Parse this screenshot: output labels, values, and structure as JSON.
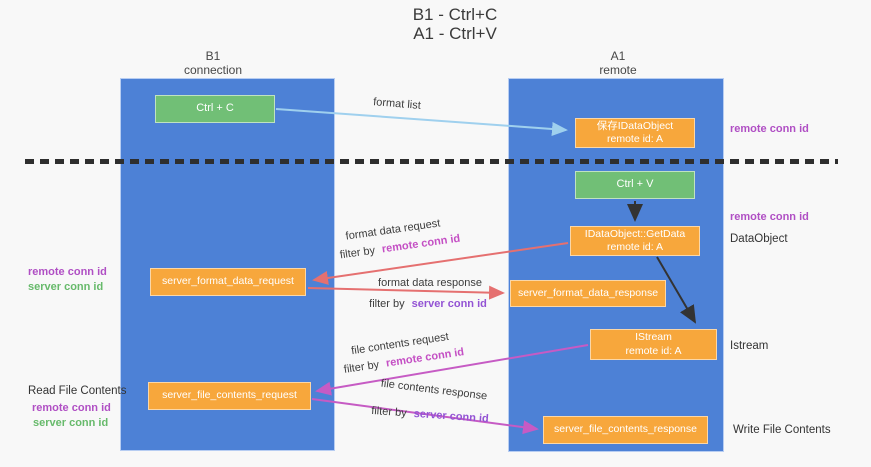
{
  "title": {
    "line1": "B1 - Ctrl+C",
    "line2": "A1 - Ctrl+V"
  },
  "lifelines": {
    "b1": {
      "name": "B1",
      "role": "connection"
    },
    "a1": {
      "name": "A1",
      "role": "remote"
    }
  },
  "boxes": {
    "ctrl_c": {
      "label": "Ctrl + C"
    },
    "save_idataobject": {
      "line1": "保存IDataObject",
      "line2": "remote id: A"
    },
    "ctrl_v": {
      "label": "Ctrl + V"
    },
    "getdata": {
      "line1": "IDataObject::GetData",
      "line2": "remote id: A"
    },
    "format_request": {
      "label": "server_format_data_request"
    },
    "format_response": {
      "label": "server_format_data_response"
    },
    "istream": {
      "line1": "IStream",
      "line2": "remote id: A"
    },
    "file_request": {
      "label": "server_file_contents_request"
    },
    "file_response": {
      "label": "server_file_contents_response"
    }
  },
  "arrow_labels": {
    "format_list": "format list",
    "format_data_request": "format data request",
    "format_data_response": "format data response",
    "file_contents_request": "file contents request",
    "file_contents_response": "file contents response",
    "filter_by": "filter by",
    "remote_conn_id": "remote conn id",
    "server_conn_id": "server conn id"
  },
  "side_labels": {
    "remote_conn_id": "remote conn id",
    "server_conn_id": "server conn id",
    "dataobject": "DataObject",
    "istream": "Istream",
    "read_file_contents": "Read File Contents",
    "write_file_contents": "Write File Contents"
  },
  "colors": {
    "lifeline_blue": "#4d81d6",
    "box_green": "#71bf76",
    "box_orange": "#f7a73c",
    "arrow_lightblue": "#9fd0ee",
    "arrow_salmon": "#e57070",
    "arrow_magenta": "#c65bc4",
    "arrow_black": "#333333",
    "label_purple": "#b04fc4",
    "label_green": "#67ba6b",
    "label_violet": "#9353d4",
    "separator": "#2e2e2e",
    "background": "#f8f8f8"
  }
}
